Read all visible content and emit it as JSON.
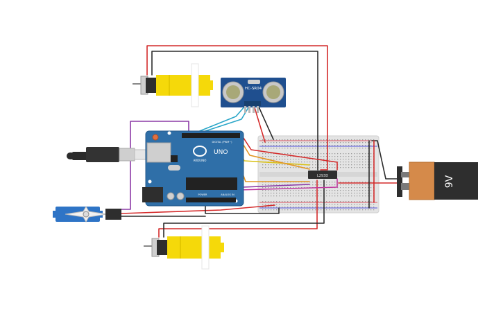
{
  "components": {
    "ultrasonic_sensor": {
      "label": "HC-SR04"
    },
    "arduino": {
      "brand": "ARDUINO",
      "model": "UNO",
      "header_digital": "DIGITAL (PWM~)",
      "header_power": "POWER",
      "header_analog": "ANALOG IN"
    },
    "motor_driver_ic": {
      "label": "L293D"
    },
    "battery": {
      "label": "9V"
    },
    "dc_motors": [
      "dc-motor",
      "dc-motor"
    ],
    "servo": {
      "name": "micro-servo"
    },
    "usb_cable": {
      "name": "usb-cable"
    },
    "breadboard": {
      "name": "breadboard"
    }
  },
  "colors": {
    "wire_red": "#d42a2a",
    "wire_black": "#2b2b2b",
    "wire_purple": "#8c3aa6",
    "wire_orange": "#e39522",
    "wire_yellow": "#d9c21a",
    "wire_teal": "#2aa6c8",
    "wire_magenta": "#c03aa0",
    "motor_yellow": "#f5d90a",
    "arduino_blue": "#2f6fa8",
    "sensor_blue": "#1f4f8f",
    "battery_orange": "#d58a4a",
    "battery_black": "#2e2e2e",
    "servo_blue": "#2e74c6"
  }
}
